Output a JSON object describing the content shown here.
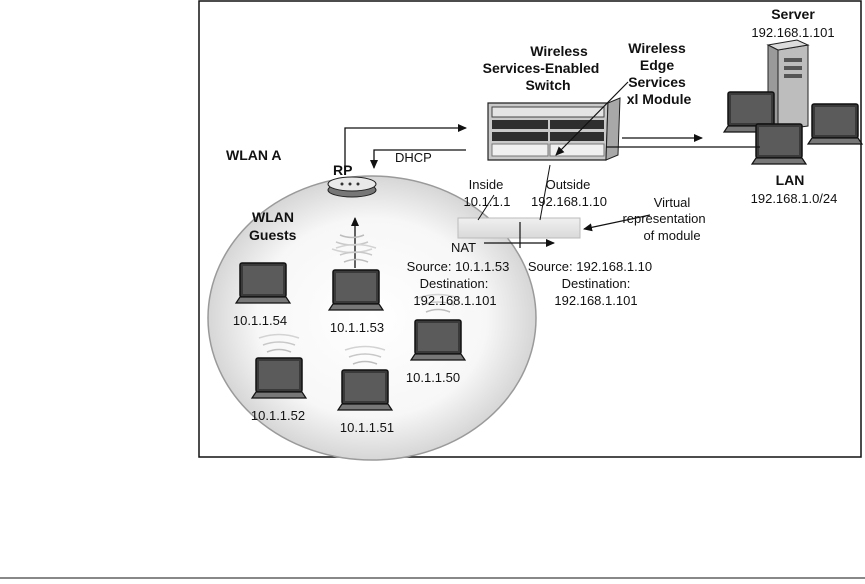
{
  "labels": {
    "wlan_a": "WLAN A",
    "rp": "RP",
    "dhcp": "DHCP",
    "wlan_guests_1": "WLAN",
    "wlan_guests_2": "Guests",
    "switch_1": "Wireless",
    "switch_2": "Services-Enabled",
    "switch_3": "Switch",
    "module_1": "Wireless",
    "module_2": "Edge",
    "module_3": "Services",
    "module_4": "xl Module",
    "server": "Server",
    "server_ip": "192.168.1.101",
    "lan": "LAN",
    "lan_subnet": "192.168.1.0/24",
    "inside": "Inside",
    "inside_ip": "10.1.1.1",
    "outside": "Outside",
    "outside_ip": "192.168.1.10",
    "virtual_1": "Virtual",
    "virtual_2": "representation",
    "virtual_3": "of module",
    "nat": "NAT",
    "left_source": "Source: 10.1.1.53",
    "left_dest": "Destination:",
    "left_dest_ip": "192.168.1.101",
    "right_source": "Source: 192.168.1.10",
    "right_dest": "Destination:",
    "right_dest_ip": "192.168.1.101"
  },
  "clients": [
    {
      "ip": "10.1.1.54"
    },
    {
      "ip": "10.1.1.53"
    },
    {
      "ip": "10.1.1.50"
    },
    {
      "ip": "10.1.1.52"
    },
    {
      "ip": "10.1.1.51"
    }
  ],
  "icons": {
    "laptop": "laptop-icon",
    "server": "server-tower-icon",
    "access_point": "access-point-icon",
    "switch": "switch-chassis-icon"
  }
}
